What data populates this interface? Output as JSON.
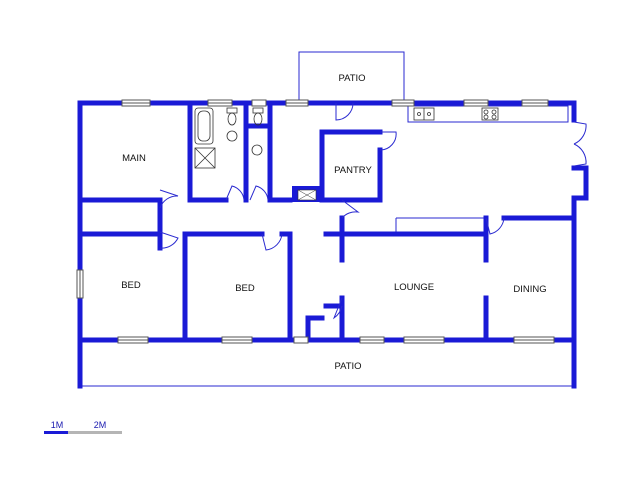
{
  "plan": {
    "colors": {
      "wall": "#1a1ad6",
      "thin_line": "#2a2ad0",
      "window": "#9a9a9a",
      "fixture": "#333333",
      "scale_primary": "#1a1ad6",
      "scale_secondary": "#b5b5b5"
    },
    "rooms": {
      "main": "MAIN",
      "bed_left": "BED",
      "bed_center": "BED",
      "pantry": "PANTRY",
      "lounge": "LOUNGE",
      "dining": "DINING",
      "patio_top": "PATIO",
      "patio_bottom": "PATIO"
    },
    "icons": {
      "shower": "shower-icon",
      "bathtub": "bathtub-icon",
      "toilet": "toilet-icon",
      "basin": "basin-icon",
      "sink": "kitchen-sink-icon",
      "stove": "stove-icon",
      "fireplace": "fireplace-icon"
    }
  },
  "scale_bar": {
    "label_1": "1M",
    "label_2": "2M"
  }
}
